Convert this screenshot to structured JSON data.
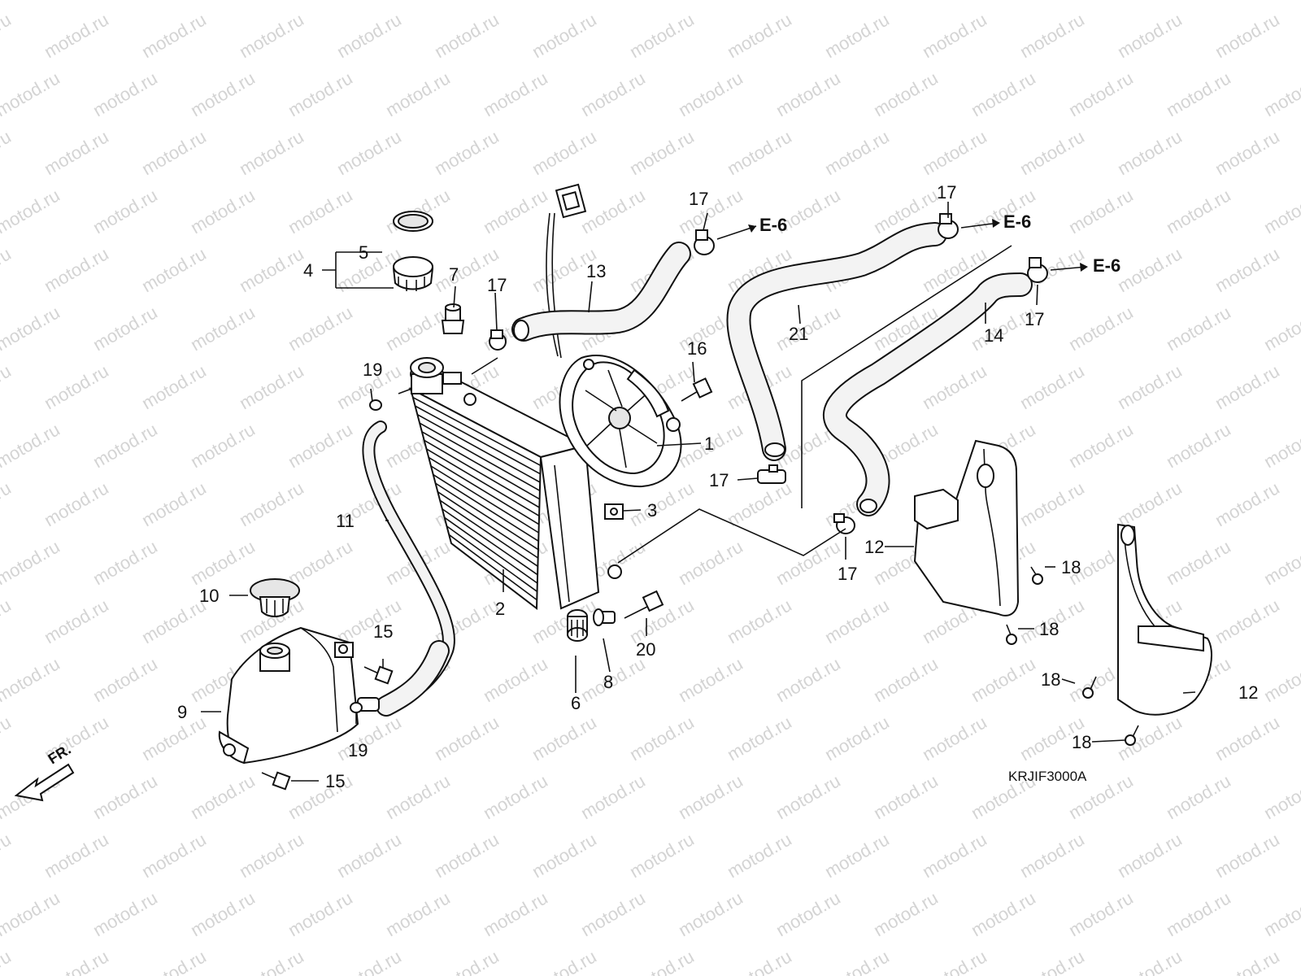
{
  "watermark": "motod.ru",
  "callouts": {
    "c1": "1",
    "c2": "2",
    "c3": "3",
    "c4": "4",
    "c5": "5",
    "c6": "6",
    "c7": "7",
    "c8": "8",
    "c9": "9",
    "c10": "10",
    "c11": "11",
    "c12a": "12",
    "c12b": "12",
    "c13": "13",
    "c14": "14",
    "c15a": "15",
    "c15b": "15",
    "c16": "16",
    "c17a": "17",
    "c17b": "17",
    "c17c": "17",
    "c17d": "17",
    "c17e": "17",
    "c17f": "17",
    "c18a": "18",
    "c18b": "18",
    "c18c": "18",
    "c18d": "18",
    "c19a": "19",
    "c19b": "19",
    "c20": "20",
    "c21": "21"
  },
  "references": {
    "r1": "E-6",
    "r2": "E-6",
    "r3": "E-6"
  },
  "front_label": "FR.",
  "diagram_code": "KRJIF3000A"
}
